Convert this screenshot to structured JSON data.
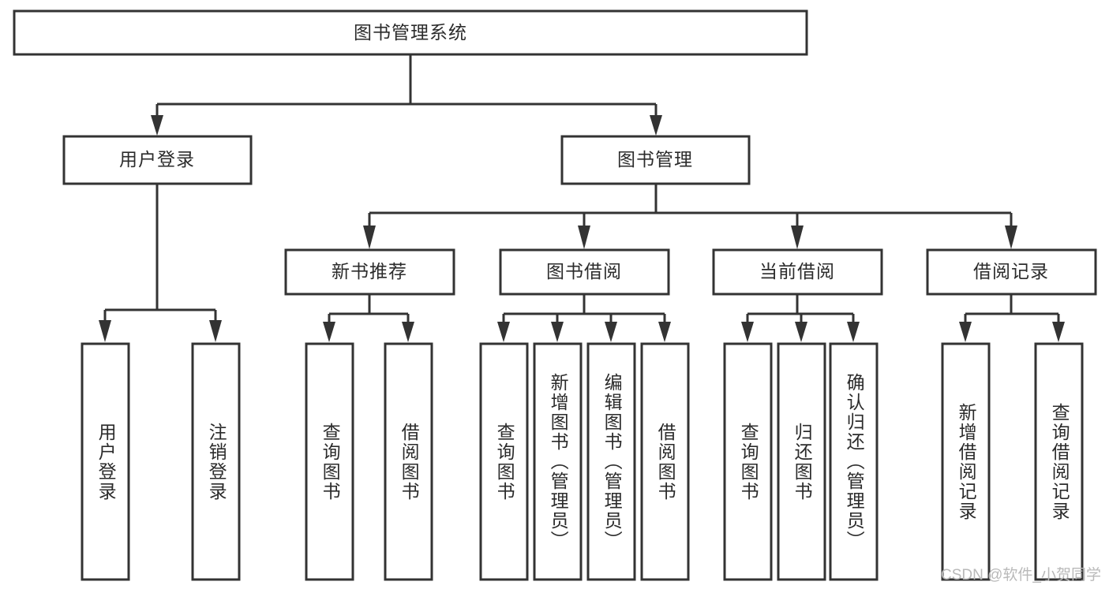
{
  "diagram": {
    "title": "图书管理系统",
    "type": "tree-hierarchy",
    "watermark": "CSDN @软件_小贺同学",
    "colors": {
      "stroke": "#333333",
      "fill": "#ffffff",
      "text": "#2b2b2b",
      "watermark": "#b9b9b9"
    },
    "root": {
      "label": "图书管理系统"
    },
    "level2": [
      {
        "label": "用户登录"
      },
      {
        "label": "图书管理"
      }
    ],
    "level3": [
      {
        "label": "新书推荐"
      },
      {
        "label": "图书借阅"
      },
      {
        "label": "当前借阅"
      },
      {
        "label": "借阅记录"
      }
    ],
    "leaves": {
      "user_login": [
        {
          "label": "用户登录"
        },
        {
          "label": "注销登录"
        }
      ],
      "new_book_recommend": [
        {
          "label": "查询图书"
        },
        {
          "label": "借阅图书"
        }
      ],
      "book_borrow": [
        {
          "label": "查询图书"
        },
        {
          "label": "新增图书（管理员）"
        },
        {
          "label": "编辑图书（管理员）"
        },
        {
          "label": "借阅图书"
        }
      ],
      "current_borrow": [
        {
          "label": "查询图书"
        },
        {
          "label": "归还图书"
        },
        {
          "label": "确认归还（管理员）"
        }
      ],
      "borrow_record": [
        {
          "label": "新增借阅记录"
        },
        {
          "label": "查询借阅记录"
        }
      ]
    }
  }
}
